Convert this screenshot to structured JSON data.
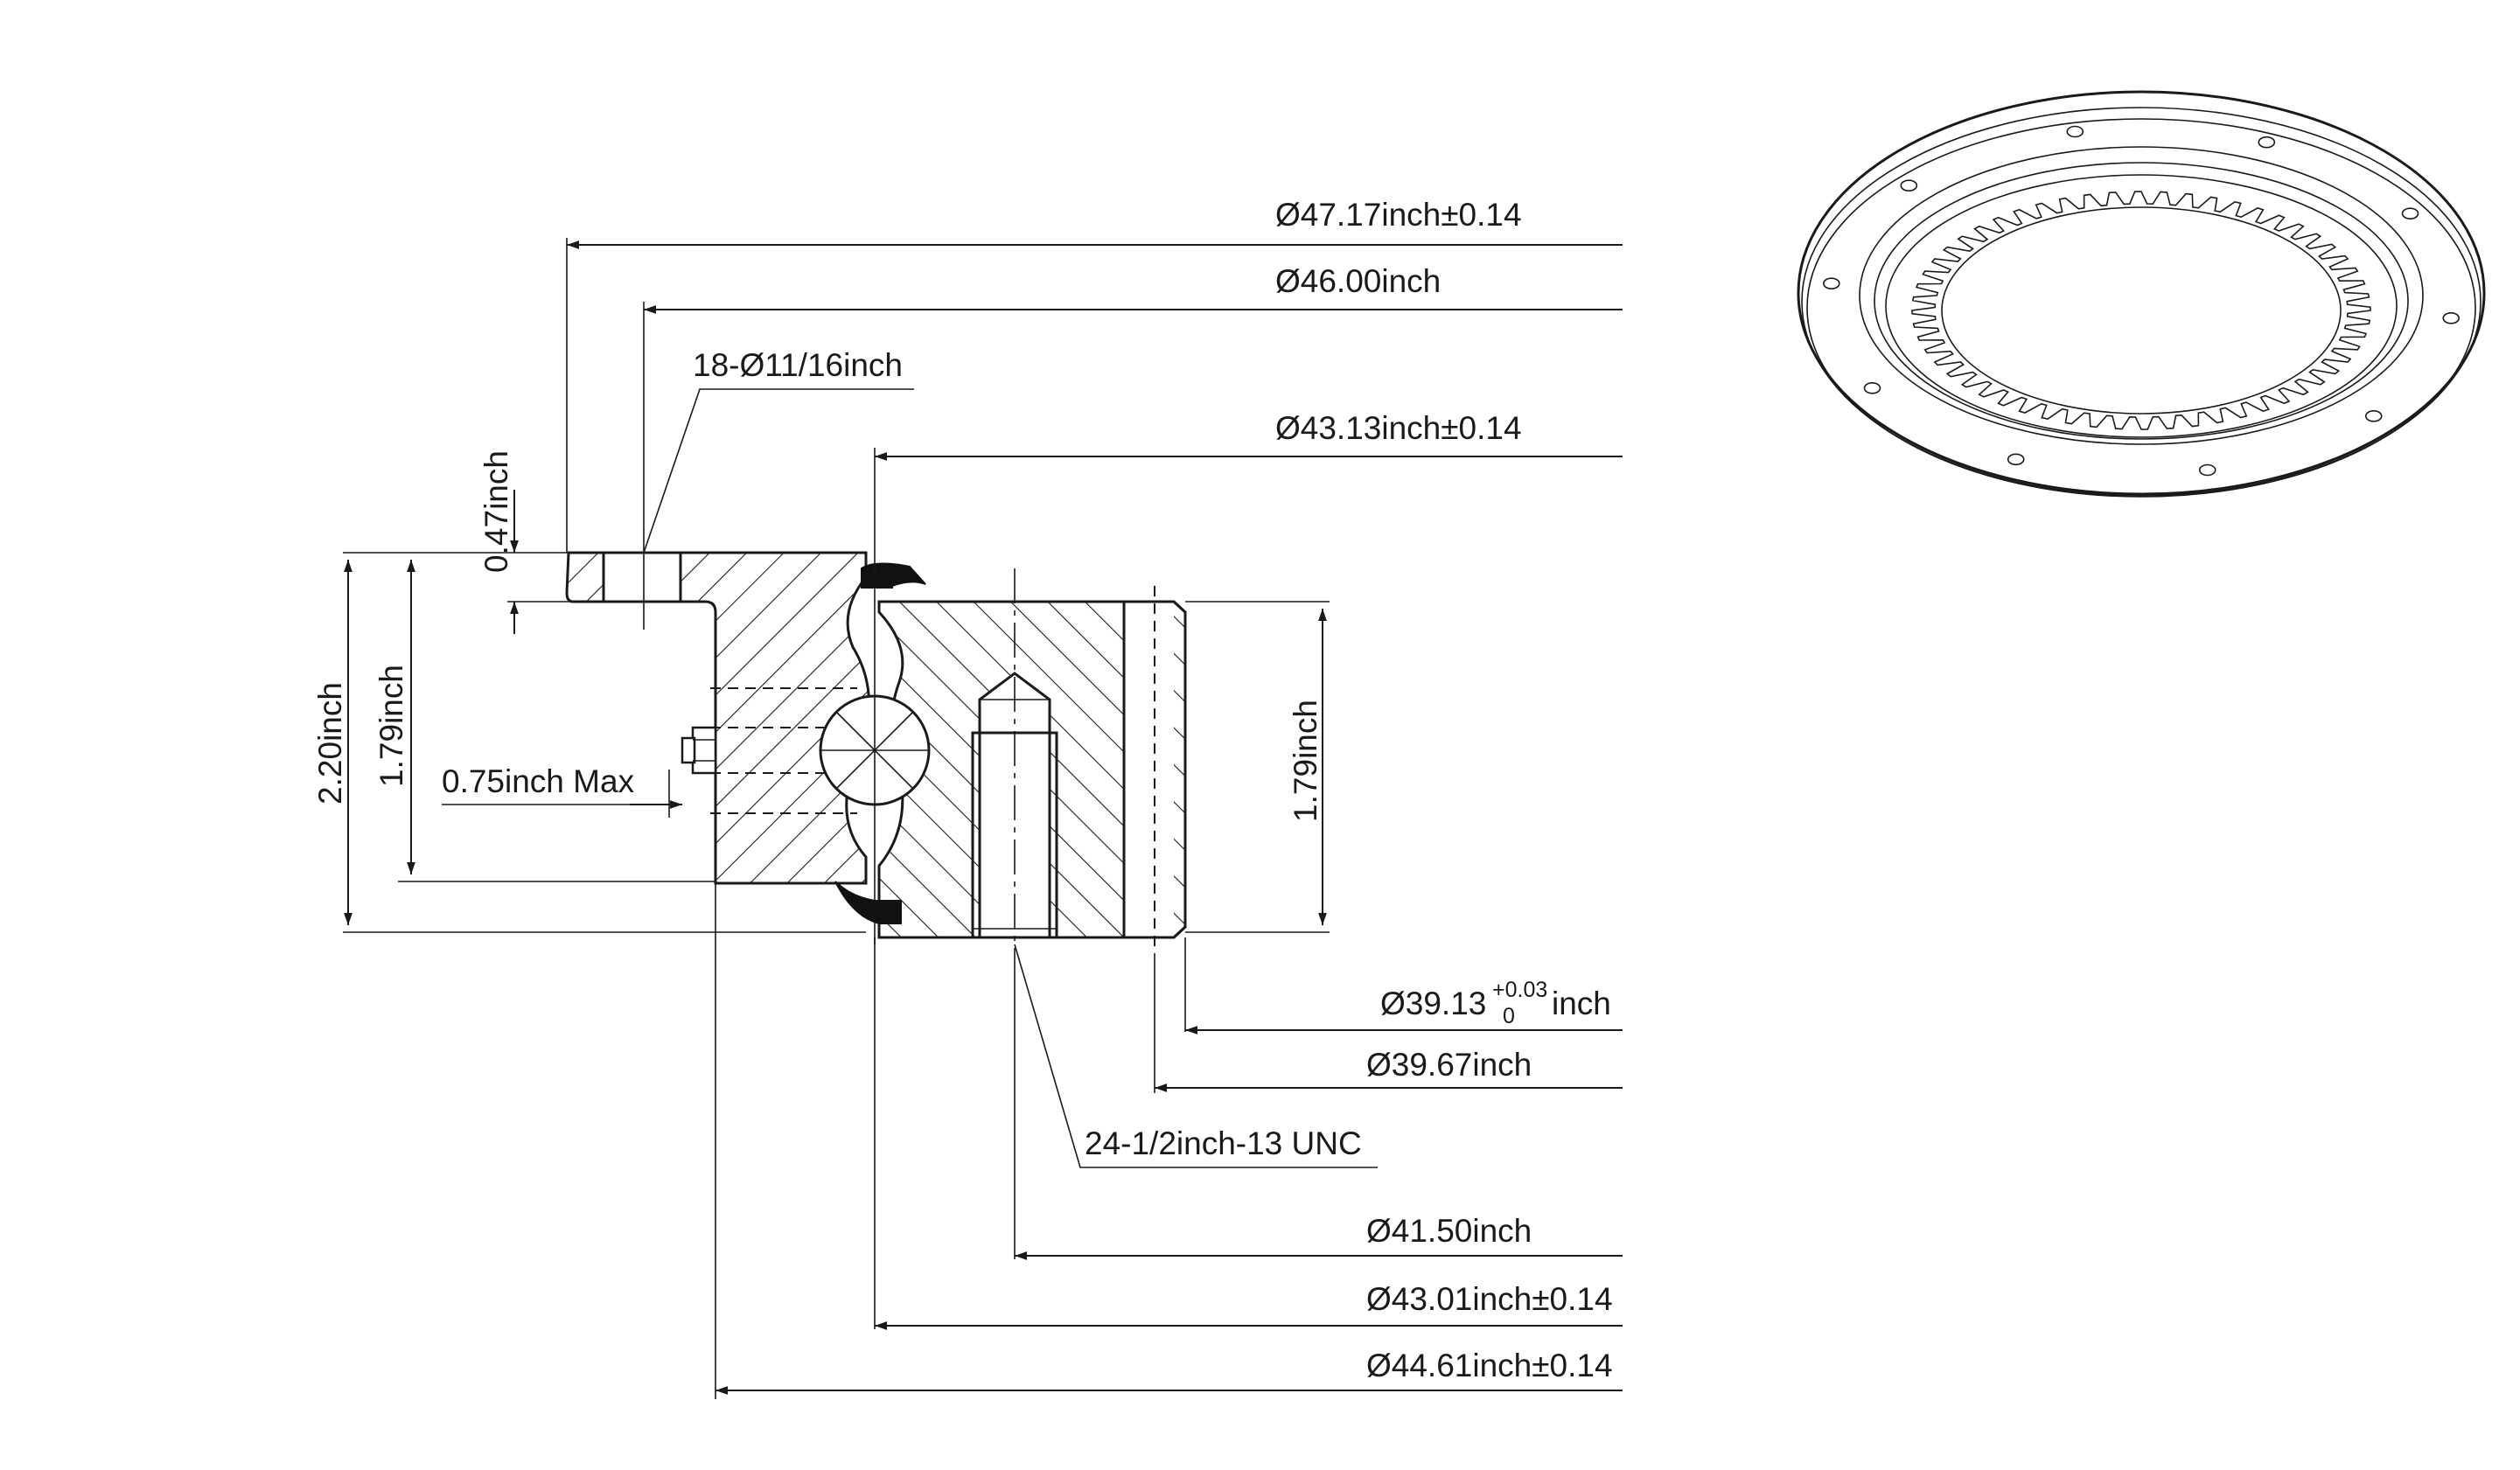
{
  "dimensions": {
    "d_outer_flange": "Ø47.17inch±0.14",
    "d_bolt_circle_outer": "Ø46.00inch",
    "holes_outer": "18-Ø11/16inch",
    "d_outer_ring_inner": "Ø43.13inch±0.14",
    "height_flange": "0.47inch",
    "height_total": "2.20inch",
    "height_outer_ring": "1.79inch",
    "grease_fitting": "0.75inch Max",
    "height_inner_ring": "1.79inch",
    "d_gear_root_main": "Ø39.13",
    "d_gear_root_tol_upper": "+0.03",
    "d_gear_root_tol_lower": "0",
    "d_gear_root_unit": "inch",
    "d_gear_tip": "Ø39.67inch",
    "holes_inner": "24-1/2inch-13 UNC",
    "d_bolt_circle_inner": "Ø41.50inch",
    "d_inner_ring_outer": "Ø43.01inch±0.14",
    "d_outer_ring_bore": "Ø44.61inch±0.14"
  },
  "iso_view": {
    "gear_teeth": 56,
    "flange_holes": 10
  }
}
